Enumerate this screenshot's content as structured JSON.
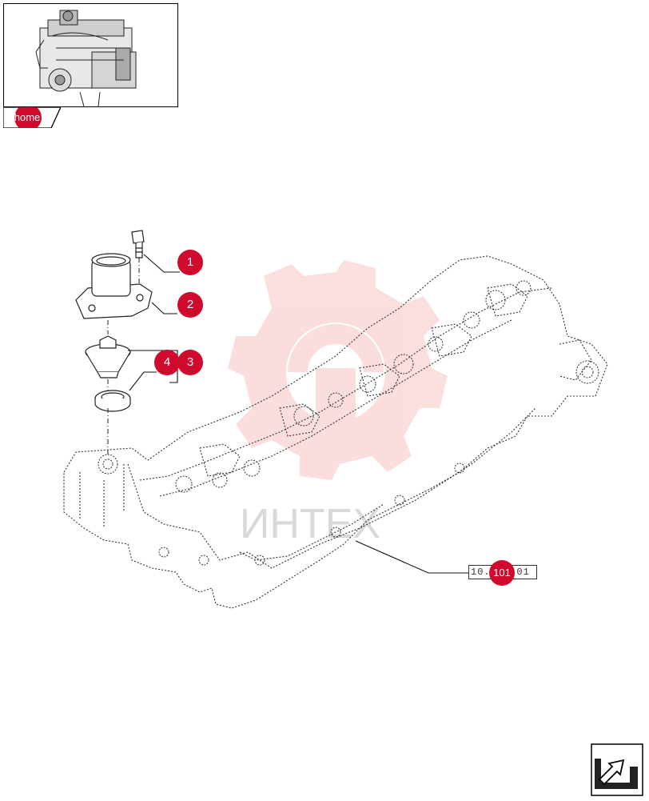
{
  "thumbnail": {
    "icon": "engine-thumbnail-icon"
  },
  "home": {
    "label": "home"
  },
  "callouts": [
    {
      "label": "1"
    },
    {
      "label": "2"
    },
    {
      "label": "3"
    },
    {
      "label": "4"
    }
  ],
  "reference": {
    "code": "10.101.01",
    "badge": "101"
  },
  "watermark": {
    "text": "ИНТЕХ"
  },
  "navigation": {
    "next_icon": "next-page-arrow-icon"
  },
  "colors": {
    "accent": "#cf0a2c",
    "watermark": "#f7b6b6"
  }
}
